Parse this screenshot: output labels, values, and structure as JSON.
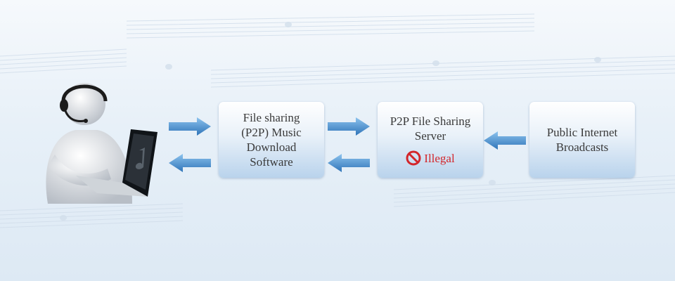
{
  "boxes": {
    "software": "File sharing\n(P2P) Music\nDownload\nSoftware",
    "server": "P2P File Sharing\nServer",
    "server_badge": "Illegal",
    "broadcast": "Public Internet\nBroadcasts"
  },
  "colors": {
    "arrow": "#3f86c8",
    "illegal": "#d3262b",
    "box_text": "#3a3a3a"
  },
  "icons": [
    "headset-user-icon",
    "laptop-icon",
    "arrow-right-icon",
    "arrow-left-icon",
    "prohibited-icon"
  ]
}
